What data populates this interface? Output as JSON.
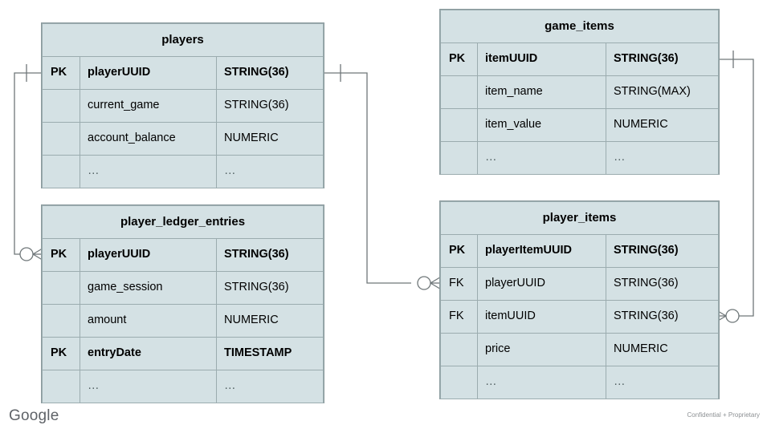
{
  "diagram": {
    "type": "entity-relationship-diagram",
    "notation": "crow's-foot",
    "colors": {
      "entity_fill": "#d4e1e4",
      "entity_border": "#8a9a9d",
      "connector": "#6f7779",
      "text": "#000000",
      "footer_text": "#5f6368"
    }
  },
  "footer": {
    "brand": "Google",
    "classification": "Confidential + Proprietary"
  },
  "entities": [
    {
      "id": "players",
      "name": "players",
      "columns": [
        "key",
        "field",
        "type"
      ],
      "rows": [
        {
          "key": "PK",
          "field": "playerUUID",
          "type": "STRING(36)",
          "bold": true
        },
        {
          "key": "",
          "field": "current_game",
          "type": "STRING(36)",
          "bold": false
        },
        {
          "key": "",
          "field": "account_balance",
          "type": "NUMERIC",
          "bold": false
        },
        {
          "key": "",
          "field": "…",
          "type": "…",
          "bold": false
        }
      ]
    },
    {
      "id": "player_ledger_entries",
      "name": "player_ledger_entries",
      "columns": [
        "key",
        "field",
        "type"
      ],
      "rows": [
        {
          "key": "PK",
          "field": "playerUUID",
          "type": "STRING(36)",
          "bold": true
        },
        {
          "key": "",
          "field": "game_session",
          "type": "STRING(36)",
          "bold": false
        },
        {
          "key": "",
          "field": "amount",
          "type": "NUMERIC",
          "bold": false
        },
        {
          "key": "PK",
          "field": "entryDate",
          "type": "TIMESTAMP",
          "bold": true
        },
        {
          "key": "",
          "field": "…",
          "type": "…",
          "bold": false
        }
      ]
    },
    {
      "id": "game_items",
      "name": "game_items",
      "columns": [
        "key",
        "field",
        "type"
      ],
      "rows": [
        {
          "key": "PK",
          "field": "itemUUID",
          "type": "STRING(36)",
          "bold": true
        },
        {
          "key": "",
          "field": "item_name",
          "type": "STRING(MAX)",
          "bold": false
        },
        {
          "key": "",
          "field": "item_value",
          "type": "NUMERIC",
          "bold": false
        },
        {
          "key": "",
          "field": "…",
          "type": "…",
          "bold": false
        }
      ]
    },
    {
      "id": "player_items",
      "name": "player_items",
      "columns": [
        "key",
        "field",
        "type"
      ],
      "rows": [
        {
          "key": "PK",
          "field": "playerItemUUID",
          "type": "STRING(36)",
          "bold": true
        },
        {
          "key": "FK",
          "field": "playerUUID",
          "type": "STRING(36)",
          "bold": false
        },
        {
          "key": "FK",
          "field": "itemUUID",
          "type": "STRING(36)",
          "bold": false
        },
        {
          "key": "",
          "field": "price",
          "type": "NUMERIC",
          "bold": false
        },
        {
          "key": "",
          "field": "…",
          "type": "…",
          "bold": false
        }
      ]
    }
  ],
  "relationships": [
    {
      "id": "players-to-player_ledger_entries",
      "from_entity": "players",
      "from_field": "playerUUID",
      "from_cardinality": "exactly-one",
      "to_entity": "player_ledger_entries",
      "to_field": "playerUUID",
      "to_cardinality": "zero-or-many"
    },
    {
      "id": "players-to-player_items",
      "from_entity": "players",
      "from_field": "playerUUID",
      "from_cardinality": "exactly-one",
      "to_entity": "player_items",
      "to_field": "playerUUID",
      "to_cardinality": "zero-or-many"
    },
    {
      "id": "game_items-to-player_items",
      "from_entity": "game_items",
      "from_field": "itemUUID",
      "from_cardinality": "exactly-one",
      "to_entity": "player_items",
      "to_field": "itemUUID",
      "to_cardinality": "zero-or-many"
    }
  ]
}
